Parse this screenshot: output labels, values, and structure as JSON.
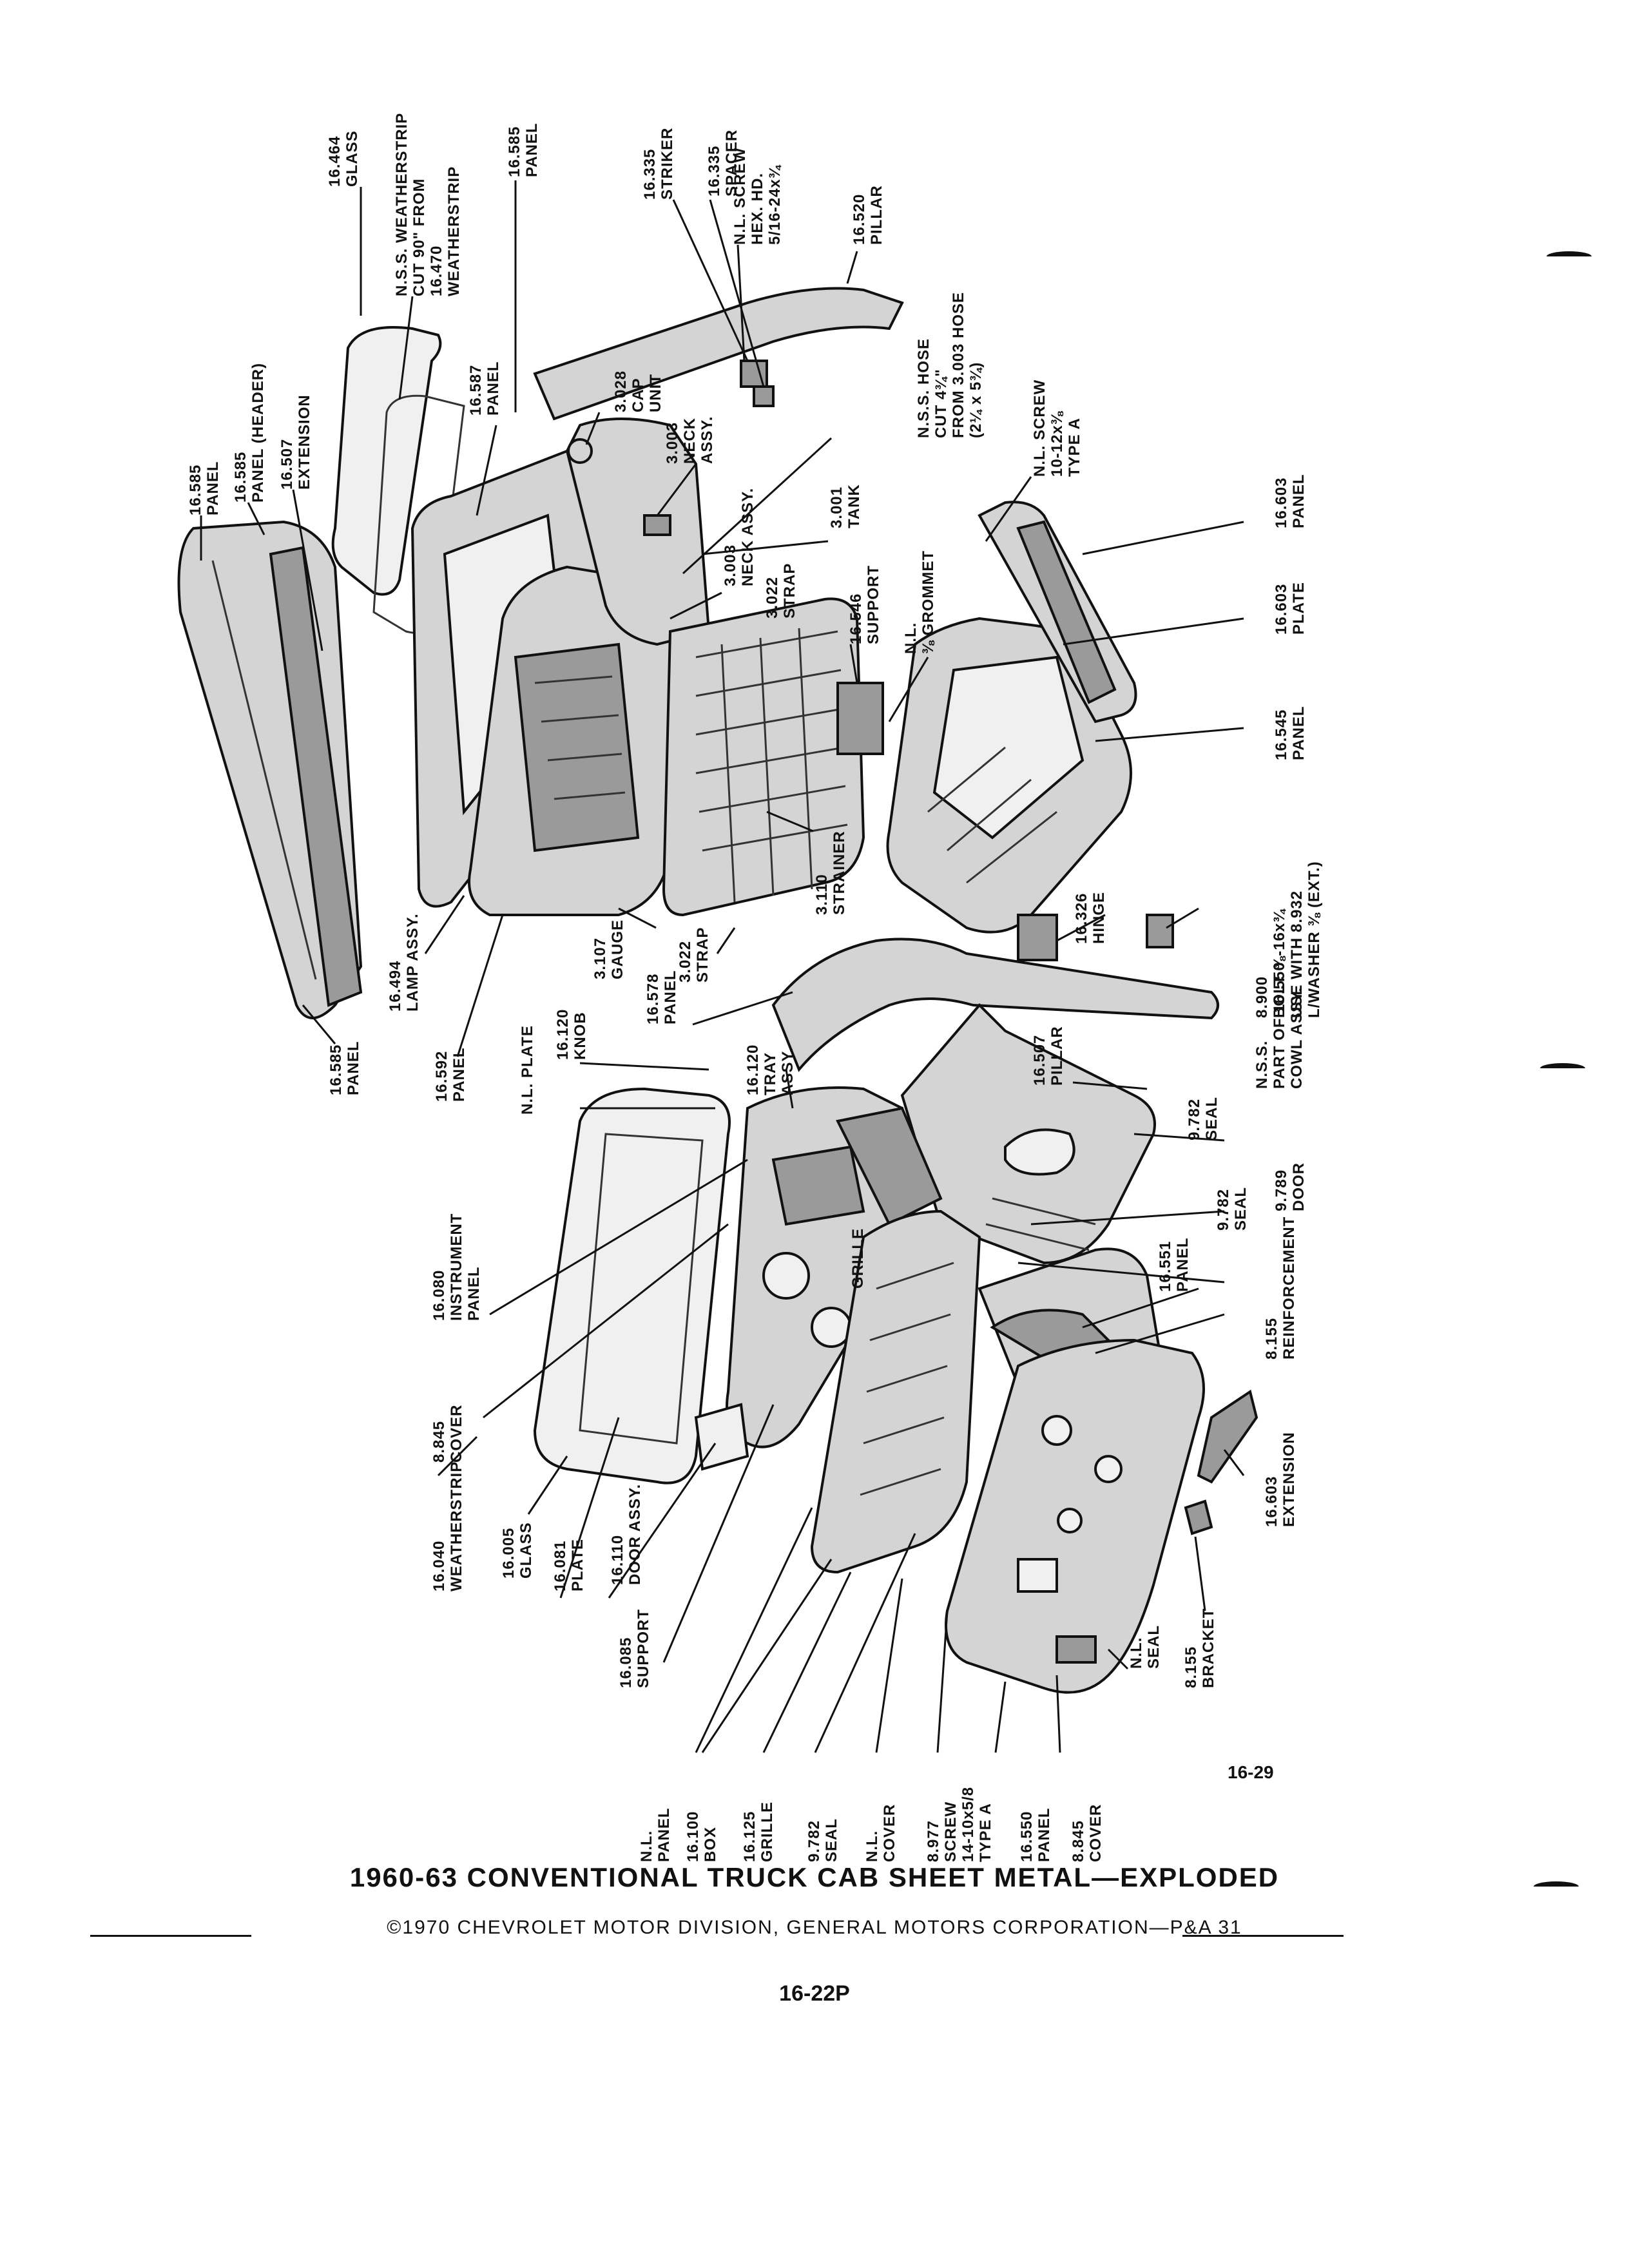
{
  "title": "1960-63 CONVENTIONAL TRUCK CAB SHEET METAL—EXPLODED",
  "copyright": "©1970 CHEVROLET MOTOR DIVISION, GENERAL MOTORS CORPORATION—P&A 31",
  "page_number": "16-22P",
  "figure_number": "16-29",
  "callouts": [
    {
      "id": "c01",
      "lines": [
        "16.585",
        "PANEL"
      ]
    },
    {
      "id": "c02",
      "lines": [
        "16.585",
        "PANEL (HEADER)"
      ]
    },
    {
      "id": "c03",
      "lines": [
        "16.507",
        "EXTENSION"
      ]
    },
    {
      "id": "c04",
      "lines": [
        "16.464",
        "GLASS"
      ]
    },
    {
      "id": "c05",
      "lines": [
        "N.S.S. WEATHERSTRIP",
        "CUT 90\" FROM",
        "16.470",
        "WEATHERSTRIP"
      ]
    },
    {
      "id": "c06",
      "lines": [
        "16.585",
        "PANEL"
      ]
    },
    {
      "id": "c07",
      "lines": [
        "16.587",
        "PANEL"
      ]
    },
    {
      "id": "c08",
      "lines": [
        "16.335",
        "STRIKER"
      ]
    },
    {
      "id": "c09",
      "lines": [
        "16.335",
        "SPACER"
      ]
    },
    {
      "id": "c10",
      "lines": [
        "N.L. SCREW",
        "HEX. HD.",
        "5/16-24x¾"
      ]
    },
    {
      "id": "c11",
      "lines": [
        "16.520",
        "PILLAR"
      ]
    },
    {
      "id": "c12",
      "lines": [
        "3.028",
        "CAP",
        "UNIT"
      ]
    },
    {
      "id": "c13",
      "lines": [
        "3.003",
        "NECK",
        "ASSY."
      ]
    },
    {
      "id": "c14",
      "lines": [
        "N.S.S. HOSE",
        "CUT 4¾\"",
        "FROM 3.003 HOSE",
        "(2¼ x 5¾)"
      ]
    },
    {
      "id": "c15",
      "lines": [
        "N.L. SCREW",
        "10-12x⅜",
        "TYPE A"
      ]
    },
    {
      "id": "c16",
      "lines": [
        "3.001",
        "TANK"
      ]
    },
    {
      "id": "c17",
      "lines": [
        "3.003",
        "NECK ASSY."
      ]
    },
    {
      "id": "c18",
      "lines": [
        "3.022",
        "STRAP"
      ]
    },
    {
      "id": "c19",
      "lines": [
        "16.546",
        "SUPPORT"
      ]
    },
    {
      "id": "c20",
      "lines": [
        "N.L.",
        "⅜ GROMMET"
      ]
    },
    {
      "id": "c21",
      "lines": [
        "16.603",
        "PANEL"
      ]
    },
    {
      "id": "c22",
      "lines": [
        "16.603",
        "PLATE"
      ]
    },
    {
      "id": "c23",
      "lines": [
        "16.545",
        "PANEL"
      ]
    },
    {
      "id": "c24",
      "lines": [
        "8.900",
        "BOLT ⅜-16x¾",
        "USE WITH 8.932",
        "L/WASHER ⅜ (EXT.)"
      ]
    },
    {
      "id": "c25",
      "lines": [
        "16.326",
        "HINGE"
      ]
    },
    {
      "id": "c26",
      "lines": [
        "3.110",
        "STRAINER"
      ]
    },
    {
      "id": "c27",
      "lines": [
        "16.494",
        "LAMP ASSY."
      ]
    },
    {
      "id": "c28",
      "lines": [
        "16.585",
        "PANEL"
      ]
    },
    {
      "id": "c29",
      "lines": [
        "16.592",
        "PANEL"
      ]
    },
    {
      "id": "c30",
      "lines": [
        "3.107",
        "GAUGE"
      ]
    },
    {
      "id": "c31",
      "lines": [
        "16.578",
        "PANEL"
      ]
    },
    {
      "id": "c32",
      "lines": [
        "3.022",
        "STRAP"
      ]
    },
    {
      "id": "c33",
      "lines": [
        "16.120",
        "KNOB"
      ]
    },
    {
      "id": "c34",
      "lines": [
        "N.L. PLATE"
      ]
    },
    {
      "id": "c35",
      "lines": [
        "16.120",
        "TRAY",
        "ASSY."
      ]
    },
    {
      "id": "c36",
      "lines": [
        "16.507",
        "PILLAR"
      ]
    },
    {
      "id": "c37",
      "lines": [
        "N.S.S.",
        "PART OF 16.550",
        "COWL ASSY."
      ]
    },
    {
      "id": "c38",
      "lines": [
        "9.782",
        "SEAL"
      ]
    },
    {
      "id": "c39",
      "lines": [
        "9.789",
        "DOOR"
      ]
    },
    {
      "id": "c40",
      "lines": [
        "9.782",
        "SEAL"
      ]
    },
    {
      "id": "c41",
      "lines": [
        "16.551",
        "PANEL"
      ]
    },
    {
      "id": "c42",
      "lines": [
        "8.155",
        "REINFORCEMENT"
      ]
    },
    {
      "id": "c43",
      "lines": [
        "16.603",
        "EXTENSION"
      ]
    },
    {
      "id": "c44",
      "lines": [
        "16.080",
        "INSTRUMENT",
        "PANEL"
      ]
    },
    {
      "id": "c45",
      "lines": [
        "8.845",
        "COVER"
      ]
    },
    {
      "id": "c46",
      "lines": [
        "GRILLE"
      ]
    },
    {
      "id": "c47",
      "lines": [
        "16.040",
        "WEATHERSTRIP"
      ]
    },
    {
      "id": "c48",
      "lines": [
        "16.005",
        "GLASS"
      ]
    },
    {
      "id": "c49",
      "lines": [
        "16.081",
        "PLATE"
      ]
    },
    {
      "id": "c50",
      "lines": [
        "16.110",
        "DOOR ASSY."
      ]
    },
    {
      "id": "c51",
      "lines": [
        "16.085",
        "SUPPORT"
      ]
    },
    {
      "id": "c52",
      "lines": [
        "N.L.",
        "PANEL"
      ]
    },
    {
      "id": "c53",
      "lines": [
        "16.100",
        "BOX"
      ]
    },
    {
      "id": "c54",
      "lines": [
        "16.125",
        "GRILLE"
      ]
    },
    {
      "id": "c55",
      "lines": [
        "9.782",
        "SEAL"
      ]
    },
    {
      "id": "c56",
      "lines": [
        "N.L.",
        "COVER"
      ]
    },
    {
      "id": "c57",
      "lines": [
        "8.977",
        "SCREW",
        "14-10x5/8",
        "TYPE A"
      ]
    },
    {
      "id": "c58",
      "lines": [
        "16.550",
        "PANEL"
      ]
    },
    {
      "id": "c59",
      "lines": [
        "8.845",
        "COVER"
      ]
    },
    {
      "id": "c60",
      "lines": [
        "8.155",
        "BRACKET"
      ]
    },
    {
      "id": "c61",
      "lines": [
        "N.L.",
        "SEAL"
      ]
    }
  ]
}
